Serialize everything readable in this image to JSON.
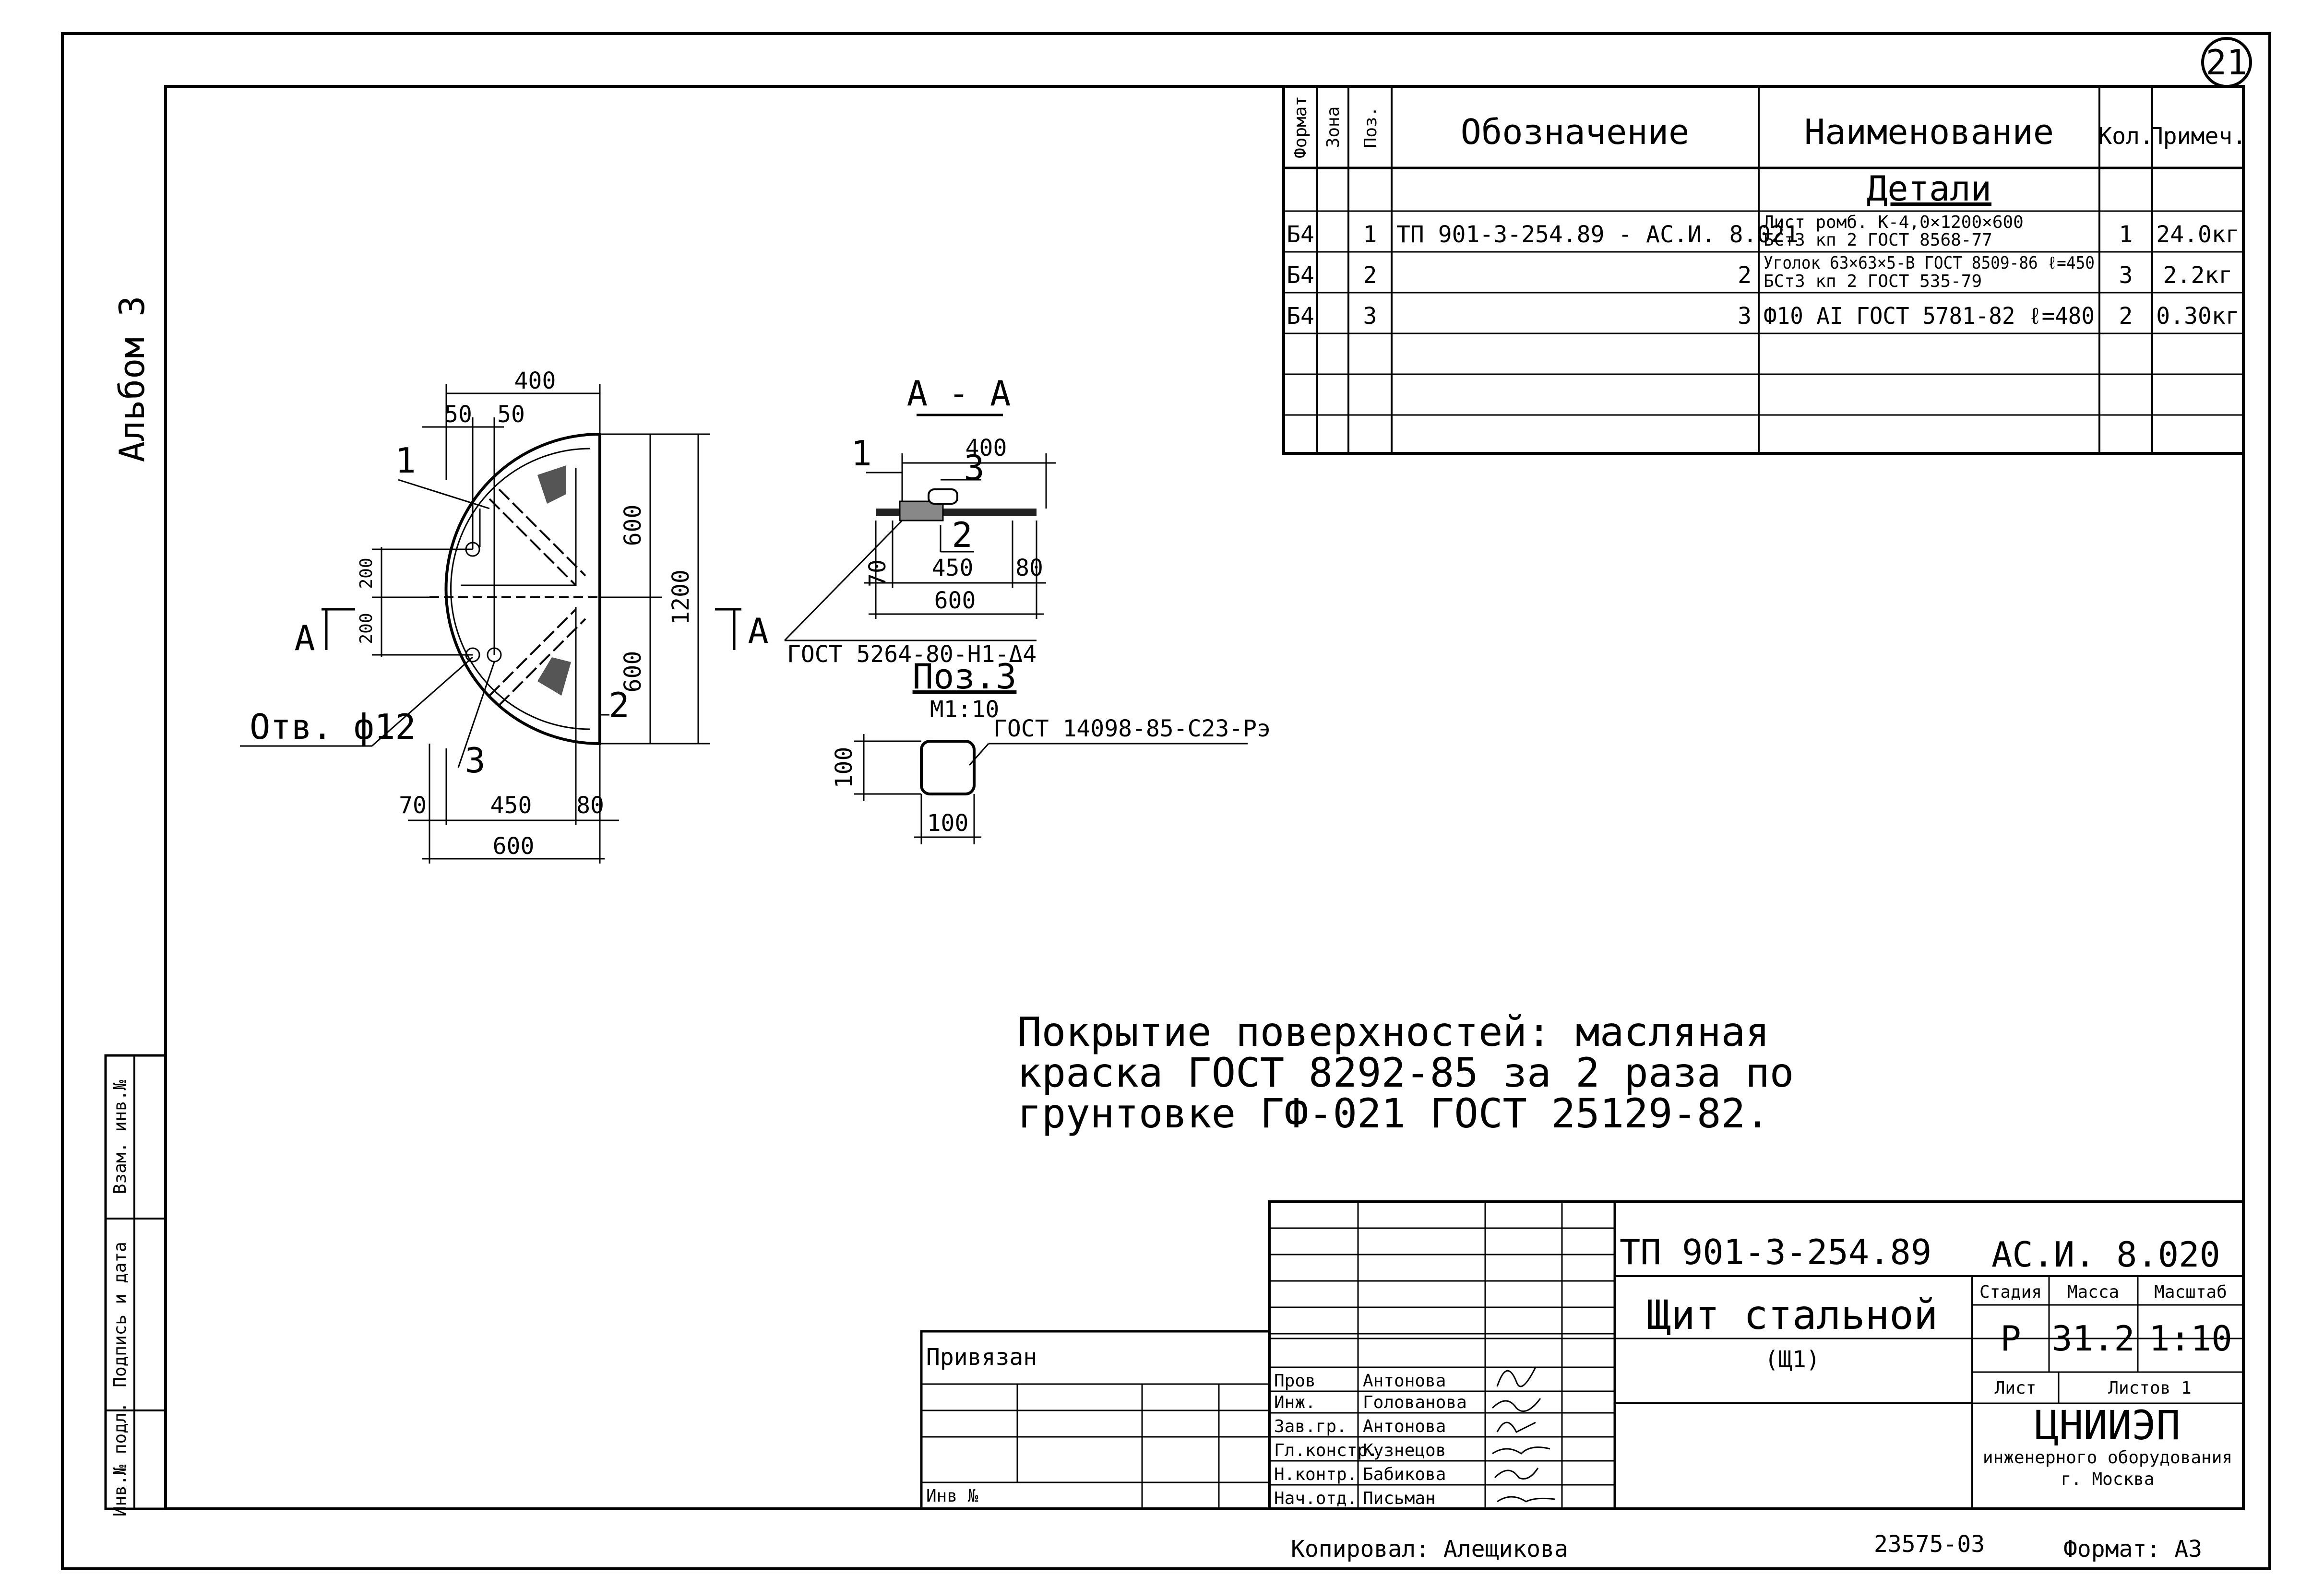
{
  "sheet": {
    "number": "21",
    "album": "Альбом 3",
    "copied_by": "Копировал: Алещикова",
    "order_no": "23575-03",
    "format": "Формат: А3"
  },
  "spec_table": {
    "headers": {
      "format": "Формат",
      "zone": "Зона",
      "pos": "Поз.",
      "designation": "Обозначение",
      "name": "Наименование",
      "qty": "Кол.",
      "note": "Примеч."
    },
    "section": "Детали",
    "rows": [
      {
        "format": "Б4",
        "pos": "1",
        "designation": "ТП 901-3-254.89 - АС.И. 8.021",
        "name_line1": "Лист ромб. К-4,0×1200×600",
        "name_line2": "БСт3 кп 2 ГОСТ 8568-77",
        "qty": "1",
        "note": "24.0кг"
      },
      {
        "format": "Б4",
        "pos": "2",
        "designation": "2",
        "name_line1": "Уголок 63×63×5-В ГОСТ 8509-86 ℓ=450",
        "name_line2": "БСт3 кп 2 ГОСТ 535-79",
        "qty": "3",
        "note": "2.2кг"
      },
      {
        "format": "Б4",
        "pos": "3",
        "designation": "3",
        "name_line1": "Ф10 АI ГОСТ 5781-82 ℓ=480",
        "name_line2": "",
        "qty": "2",
        "note": "0.30кг"
      }
    ]
  },
  "drawing": {
    "main_view": {
      "dims": {
        "top": "400",
        "left_a": "50",
        "left_b": "50",
        "h_top": "600",
        "h_bottom": "600",
        "h_total": "1200",
        "v1": "200",
        "v2": "200",
        "b1": "70",
        "b2": "450",
        "b3": "80",
        "b_total": "600"
      },
      "labels": {
        "p1": "1",
        "p2": "2",
        "p3": "3",
        "hole": "Отв. ф12",
        "cut_left": "А",
        "cut_right": "А"
      }
    },
    "section_aa": {
      "title": "А - А",
      "dims": {
        "top": "400",
        "b1": "70",
        "b2": "450",
        "b3": "80",
        "b_total": "600"
      },
      "labels": {
        "p1": "1",
        "p2": "2",
        "p3": "3",
        "weld": "ГОСТ 5264-80-Н1-Δ4"
      }
    },
    "pos3": {
      "title": "Поз.3",
      "scale": "М1:10",
      "dims": {
        "h": "100",
        "w": "100"
      },
      "weld": "ГОСТ 14098-85-С23-Рэ"
    }
  },
  "notes": {
    "line1": "Покрытие поверхностей: масляная",
    "line2": "краска ГОСТ 8292-85 за 2 раза по",
    "line3": "грунтовке ГФ-021 ГОСТ 25129-82."
  },
  "title_block": {
    "project": "ТП 901-3-254.89",
    "code": "АС.И. 8.020",
    "title": "Щит стальной",
    "subtitle": "(Щ1)",
    "stage_h": "Стадия",
    "mass_h": "Масса",
    "scale_h": "Масштаб",
    "stage": "Р",
    "mass": "31.2",
    "scale": "1:10",
    "sheet_h": "Лист",
    "sheets_h": "Листов 1",
    "org": "ЦНИИЭП",
    "org2": "инженерного оборудования",
    "org3": "г. Москва",
    "privyazan": "Привязан",
    "inv_no": "Инв №",
    "roles": [
      {
        "role": "Пров",
        "name": "Антонова"
      },
      {
        "role": "Инж.",
        "name": "Голованова"
      },
      {
        "role": "Зав.гр.",
        "name": "Антонова"
      },
      {
        "role": "Гл.констр.",
        "name": "Кузнецов"
      },
      {
        "role": "Н.контр.",
        "name": "Бабикова"
      },
      {
        "role": "Нач.отд.",
        "name": "Письман"
      }
    ]
  },
  "side_stamp": {
    "c1": "Инв.№ подл.",
    "c2": "Подпись и дата",
    "c3": "Взам. инв.№"
  }
}
